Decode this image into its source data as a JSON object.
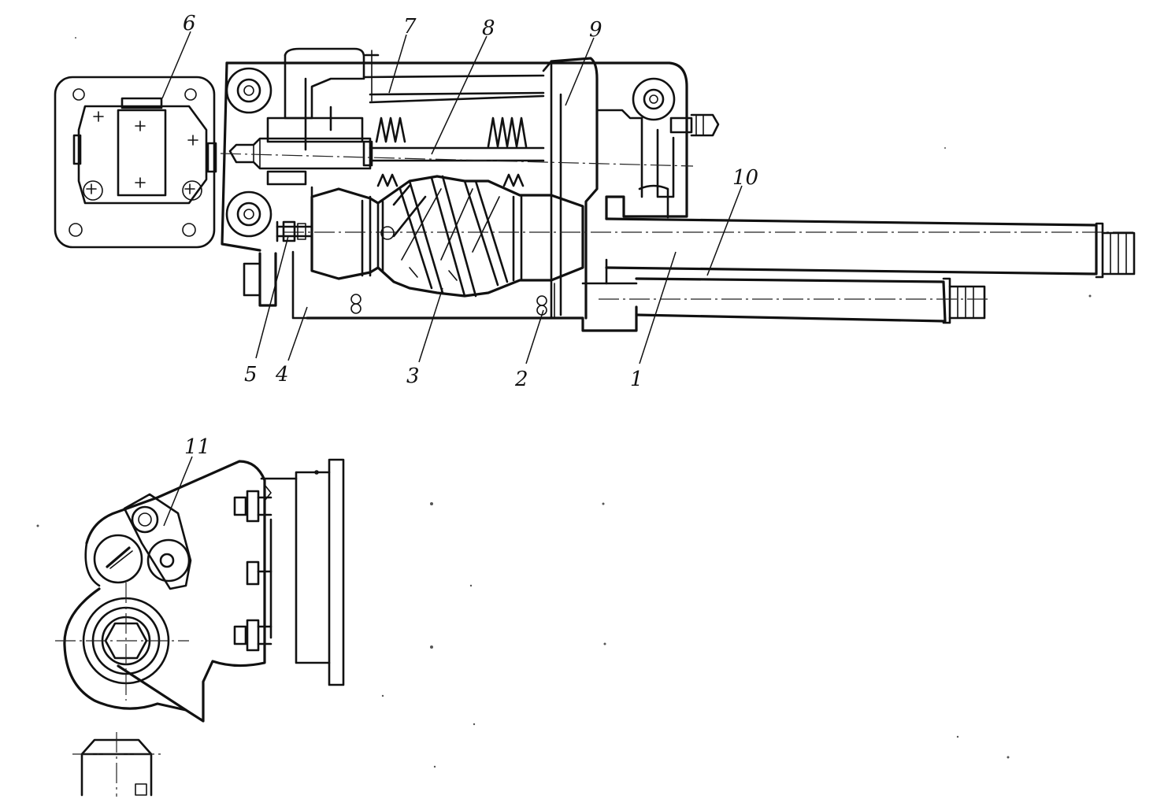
{
  "figure": {
    "callouts": [
      {
        "id": "1",
        "text": "1"
      },
      {
        "id": "2",
        "text": "2"
      },
      {
        "id": "3",
        "text": "3"
      },
      {
        "id": "4",
        "text": "4"
      },
      {
        "id": "5",
        "text": "5"
      },
      {
        "id": "6",
        "text": "6"
      },
      {
        "id": "7",
        "text": "7"
      },
      {
        "id": "8",
        "text": "8"
      },
      {
        "id": "9",
        "text": "9"
      },
      {
        "id": "10",
        "text": "10"
      },
      {
        "id": "11",
        "text": "11"
      }
    ]
  }
}
